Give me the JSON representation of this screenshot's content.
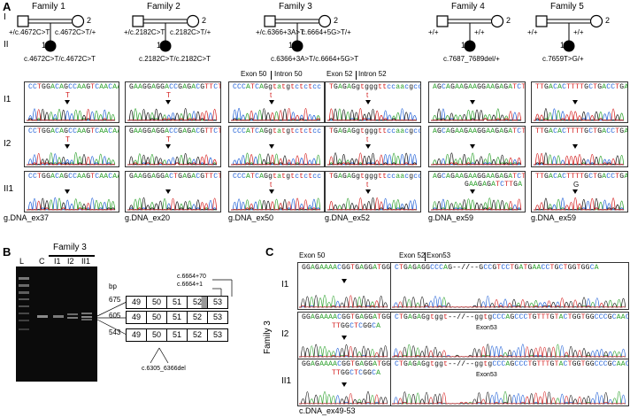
{
  "panels": {
    "a": "A",
    "b": "B",
    "c": "C"
  },
  "generations": {
    "g1": "I",
    "g2": "II"
  },
  "families": [
    {
      "title": "Family 1",
      "father_id": "1",
      "mother_id": "2",
      "father_geno": "+/c.4672C>T",
      "mother_geno": "c.4672C>T/+",
      "child_id": "1",
      "child_geno": "c.4672C>T/c.4672C>T"
    },
    {
      "title": "Family 2",
      "father_id": "1",
      "mother_id": "2",
      "father_geno": "+/c.2182C>T",
      "mother_geno": "c.2182C>T/+",
      "child_id": "1",
      "child_geno": "c.2182C>T/c.2182C>T"
    },
    {
      "title": "Family 3",
      "father_id": "1",
      "mother_id": "2",
      "father_geno": "+/c.6366+3A>T",
      "mother_geno": "c.6664+5G>T/+",
      "child_id": "1",
      "child_geno": "c.6366+3A>T/c.6664+5G>T"
    },
    {
      "title": "Family 4",
      "father_id": "1",
      "mother_id": "2",
      "father_geno": "+/+",
      "mother_geno": "+/+",
      "child_id": "1",
      "child_geno": "c.7687_7689del/+"
    },
    {
      "title": "Family 5",
      "father_id": "1",
      "mother_id": "2",
      "father_geno": "+/+",
      "mother_geno": "+/+",
      "child_id": "1",
      "child_geno": "c.7659T>G/+"
    }
  ],
  "trace_rows": [
    "I1",
    "I2",
    "II1"
  ],
  "trace_headers": [
    "Exon 50",
    "Intron 50",
    "Exon 52",
    "Intron 52"
  ],
  "trace_columns": [
    {
      "seq": [
        "CCTGGACAGCCAAGTCAACAA",
        "CCTGGACAGCCAAGTCAACAA",
        "CCTGGACAGCCAAGTCAACAA"
      ],
      "marks": [
        "T",
        "T",
        ""
      ],
      "label": "g.DNA_ex37"
    },
    {
      "seq": [
        "GAAGGAGGACCGAGACGTTCT",
        "GAAGGAGGACCGAGACGTTCT",
        "GAAGGAGGACTGAGACGTTCT"
      ],
      "marks": [
        "T",
        "T",
        ""
      ],
      "label": "g.DNA_ex20"
    },
    {
      "seq": [
        "CCCATCAGgtatgtctctcc",
        "CCCATCAGgtatgtctctcc",
        "CCCATCAGgtatgtctctcc"
      ],
      "marks": [
        "t",
        "",
        "t"
      ],
      "label": "g.DNA_ex50"
    },
    {
      "seq": [
        "TGAGAGgtgggttccaacgcc",
        "TGAGAGgtgggttccaacgcc",
        "TGAGAGgtgggttccaacgcc"
      ],
      "marks": [
        "t",
        "t",
        "t"
      ],
      "label": "g.DNA_ex52"
    },
    {
      "seq": [
        "AGCAGAAGAAGGAAGAGATCT",
        "AGCAGAAGAAGGAAGAGATCT",
        "AGCAGAAGAAGGAAGAGATCT"
      ],
      "marks": [
        "",
        "",
        ""
      ],
      "extra": "GAAGAGATCTTGA",
      "label": "g.DNA_ex59"
    },
    {
      "seq": [
        "TTGACACTTTTGCTGACCTGA",
        "TTGACACTTTTGCTGACCTGA",
        "TTGACACTTTTGCTGACCTGA"
      ],
      "marks": [
        "",
        "",
        "G"
      ],
      "label": "g.DNA_ex59"
    }
  ],
  "gel": {
    "family": "Family 3",
    "lanes": [
      "L",
      "C",
      "I1",
      "I2",
      "II1"
    ],
    "bp_label": "bp",
    "sizes": [
      "675",
      "605",
      "543"
    ],
    "splice_labels": [
      "c.6664+70",
      "c.6664+1"
    ],
    "del_label": "c.6305_6366del",
    "transcripts": [
      [
        "49",
        "50",
        "51",
        "52",
        "53"
      ],
      [
        "49",
        "50",
        "51",
        "52",
        "53"
      ],
      [
        "49",
        "50",
        "51",
        "52",
        "53"
      ]
    ]
  },
  "panel_c": {
    "family": "Family 3",
    "rows": [
      "I1",
      "I2",
      "II1"
    ],
    "header_left": "Exon 50",
    "header_right_a": "Exon 52",
    "header_right_b": "Exon53",
    "seq_left": "GGAGAAAACGGTGAGGATGGG",
    "alt_left": "TTGGCTCGGCA",
    "seq_right": "CTGAGAGGCCCAG--//--GCCGTCCTGATGAACCTGCTGGTGGCA",
    "seq_right_alt": "CTGAGAGgtggt--//--ggtgCCCAGCCCTGTTTGTACTGGTGGCCCGCAACAT",
    "sub_label": "Exon53",
    "label": "c.DNA_ex49-53"
  },
  "colors": {
    "a": "#2aa02a",
    "c": "#1f5fd6",
    "g": "#111111",
    "t": "#d42020"
  }
}
